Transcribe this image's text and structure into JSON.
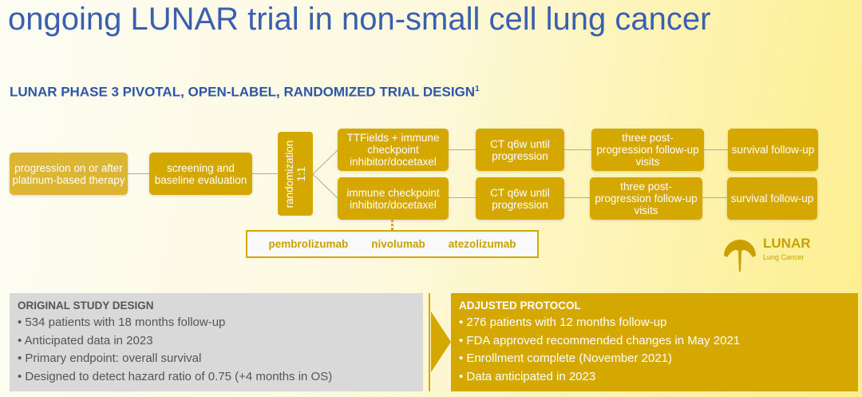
{
  "title": "ongoing LUNAR trial in non-small cell lung cancer",
  "subtitle": "LUNAR PHASE 3 PIVOTAL, OPEN-LABEL, RANDOMIZED TRIAL DESIGN",
  "subtitle_sup": "1",
  "flow": {
    "progression": "progression on or after platinum-based therapy",
    "screening": "screening and baseline evaluation",
    "randomization": "randomization",
    "ratio": "1:1",
    "arm1": "TTFields + immune checkpoint inhibitor/docetaxel",
    "arm2": "immune checkpoint inhibitor/docetaxel",
    "ct1": "CT q6w until progression",
    "ct2": "CT q6w until progression",
    "post1": "three post-progression follow-up visits",
    "post2": "three post-progression follow-up visits",
    "surv1": "survival follow-up",
    "surv2": "survival follow-up"
  },
  "drugs": [
    "pembrolizumab",
    "nivolumab",
    "atezolizumab"
  ],
  "logo": {
    "name": "LUNAR",
    "tagline": "Lung Cancer"
  },
  "original": {
    "heading": "ORIGINAL STUDY DESIGN",
    "items": [
      "534 patients with 18 months follow-up",
      "Anticipated data in 2023",
      "Primary endpoint: overall survival",
      "Designed to detect hazard ratio of 0.75 (+4 months in OS)"
    ]
  },
  "adjusted": {
    "heading": "ADJUSTED PROTOCOL",
    "items": [
      "276 patients with 12 months follow-up",
      "FDA approved recommended changes in May 2021",
      "Enrollment complete (November 2021)",
      "Data anticipated in 2023"
    ]
  },
  "colors": {
    "accent": "#d4a800",
    "blue": "#2e56a6",
    "gray": "#d9d9d9"
  }
}
